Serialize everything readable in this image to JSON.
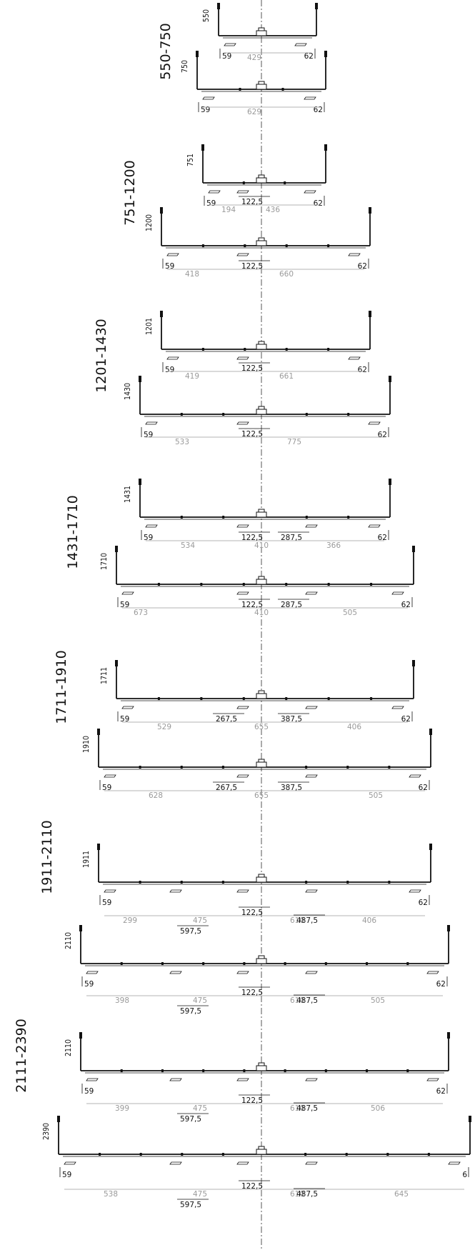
{
  "ranges": [
    {
      "label": "550-750"
    },
    {
      "label": "751-1200"
    },
    {
      "label": "1201-1430"
    },
    {
      "label": "1431-1710"
    },
    {
      "label": "1711-1910"
    },
    {
      "label": "1911-2110"
    },
    {
      "label": "2111-2390"
    }
  ],
  "drawings": [
    {
      "height": "550",
      "left": "59",
      "right": "62",
      "gray": [
        "429"
      ],
      "dark": []
    },
    {
      "height": "750",
      "left": "59",
      "right": "62",
      "gray": [
        "629"
      ],
      "dark": []
    },
    {
      "height": "751",
      "left": "59",
      "right": "62",
      "gray": [
        "194",
        "436"
      ],
      "dark": [
        "122,5"
      ]
    },
    {
      "height": "1200",
      "left": "59",
      "right": "62",
      "gray": [
        "418",
        "660"
      ],
      "dark": [
        "122,5"
      ]
    },
    {
      "height": "1201",
      "left": "59",
      "right": "62",
      "gray": [
        "419",
        "661"
      ],
      "dark": [
        "122,5"
      ]
    },
    {
      "height": "1430",
      "left": "59",
      "right": "62",
      "gray": [
        "533",
        "775"
      ],
      "dark": [
        "122,5"
      ]
    },
    {
      "height": "1431",
      "left": "59",
      "right": "62",
      "gray": [
        "534",
        "410",
        "366"
      ],
      "dark": [
        "122,5",
        "287,5"
      ]
    },
    {
      "height": "1710",
      "left": "59",
      "right": "62",
      "gray": [
        "673",
        "410",
        "505"
      ],
      "dark": [
        "122,5",
        "287,5"
      ]
    },
    {
      "height": "1711",
      "left": "59",
      "right": "62",
      "gray": [
        "529",
        "655",
        "406"
      ],
      "dark": [
        "267,5",
        "387,5"
      ]
    },
    {
      "height": "1910",
      "left": "59",
      "right": "62",
      "gray": [
        "628",
        "655",
        "505"
      ],
      "dark": [
        "267,5",
        "387,5"
      ]
    },
    {
      "height": "1911",
      "left": "59",
      "right": "62",
      "gray": [
        "299",
        "475",
        "610",
        "406"
      ],
      "dark": [
        "122,5",
        "487,5",
        "597,5"
      ]
    },
    {
      "height": "2110",
      "left": "59",
      "right": "62",
      "gray": [
        "398",
        "475",
        "610",
        "505"
      ],
      "dark": [
        "122,5",
        "487,5",
        "597,5"
      ]
    },
    {
      "height": "2110",
      "left": "59",
      "right": "62",
      "gray": [
        "399",
        "475",
        "610",
        "506"
      ],
      "dark": [
        "122,5",
        "487,5",
        "597,5"
      ]
    },
    {
      "height": "2390",
      "left": "59",
      "right": "6",
      "gray": [
        "538",
        "475",
        "610",
        "645"
      ],
      "dark": [
        "122,5",
        "487,5",
        "597,5"
      ]
    }
  ]
}
